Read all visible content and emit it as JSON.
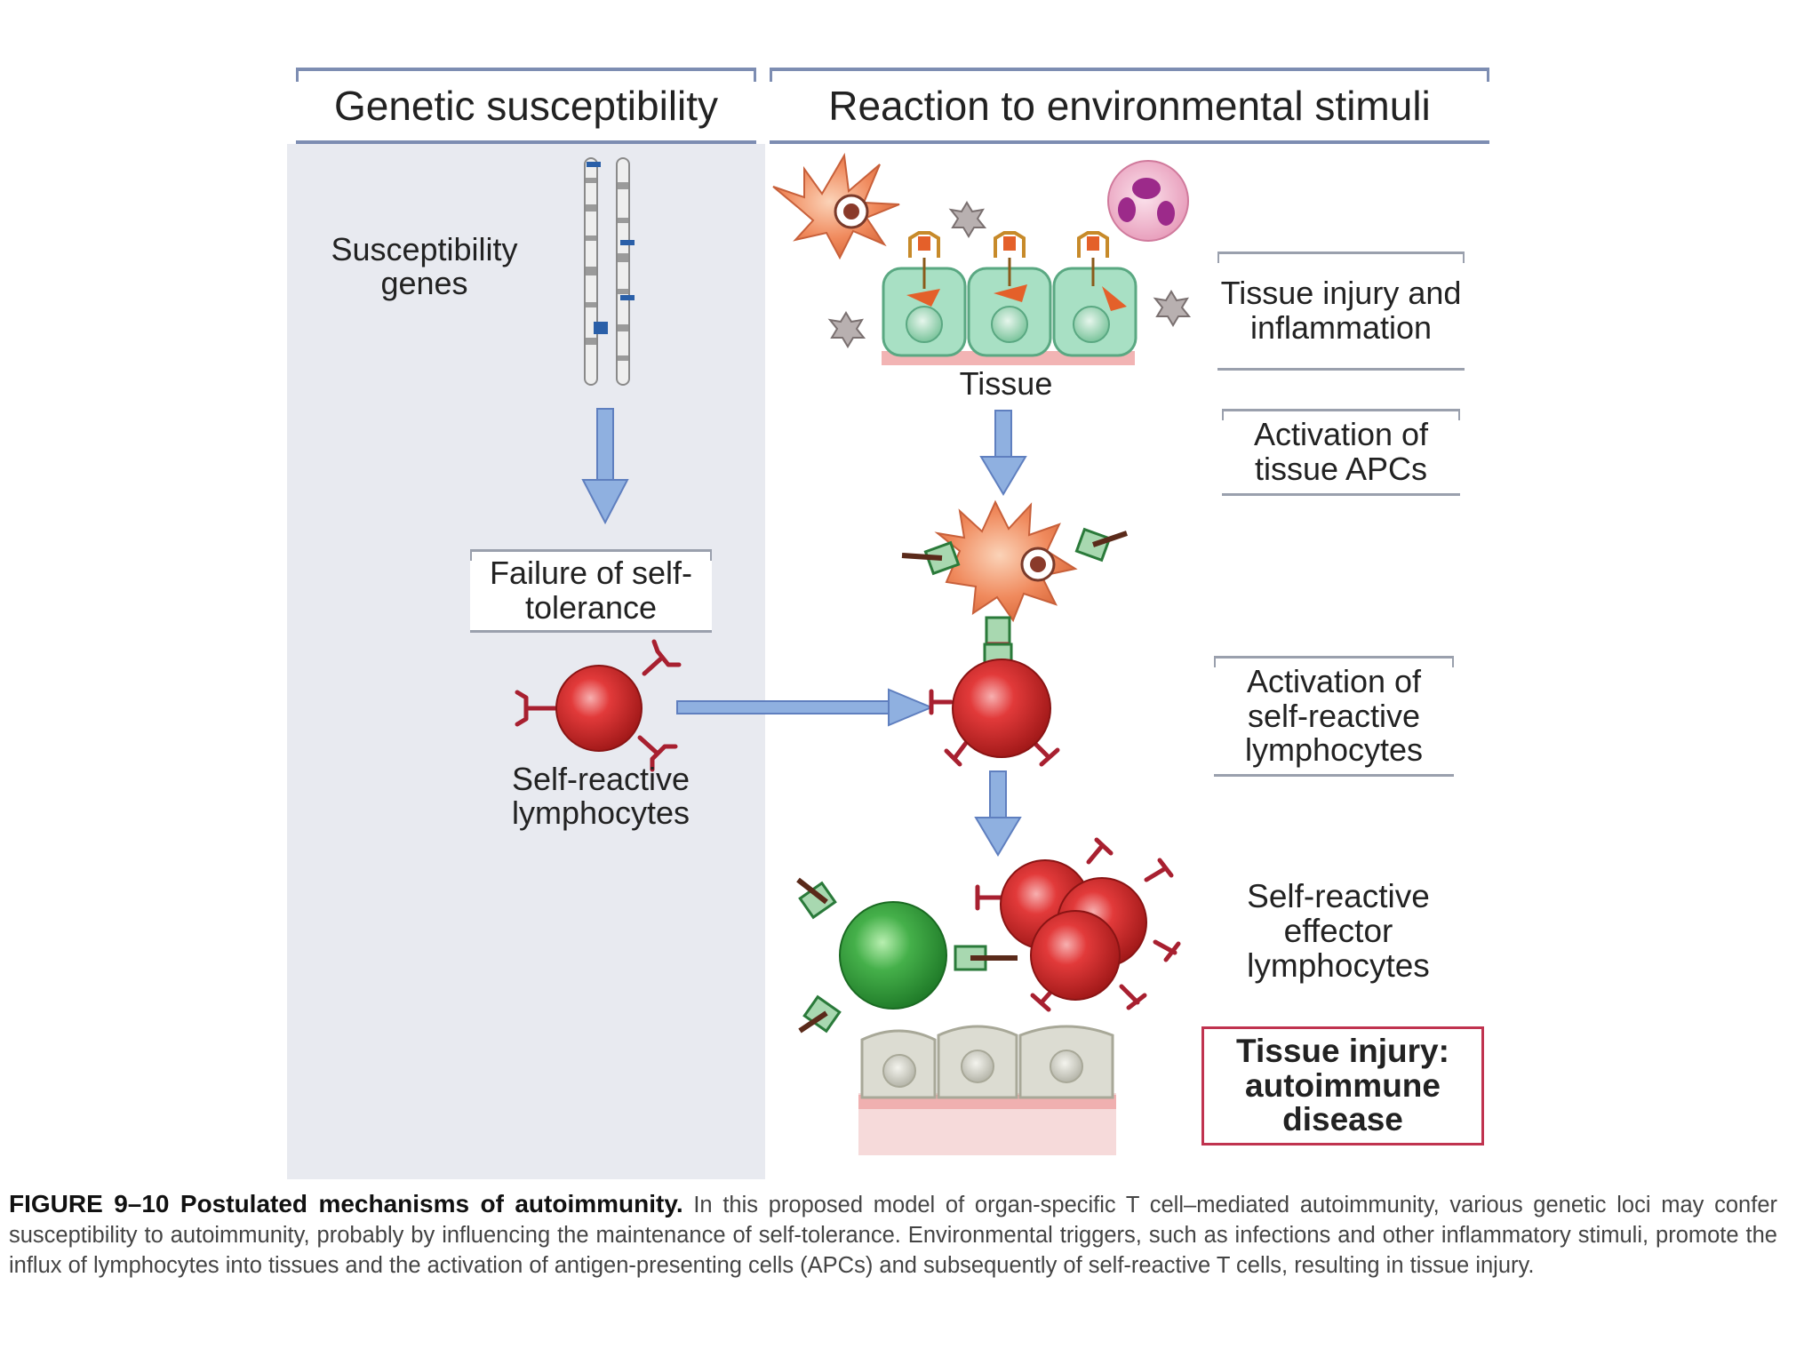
{
  "headers": {
    "left": "Genetic susceptibility",
    "right": "Reaction to environmental stimuli"
  },
  "labels": {
    "susceptibility_genes": "Susceptibility genes",
    "failure_self_tolerance": "Failure of self-tolerance",
    "self_reactive_lymphocytes": "Self-reactive lymphocytes",
    "tissue": "Tissue",
    "tissue_injury_inflammation": "Tissue injury and inflammation",
    "activation_tissue_apcs": "Activation of tissue APCs",
    "activation_self_reactive": "Activation of self-reactive lymphocytes",
    "self_reactive_effector": "Self-reactive effector lymphocytes",
    "outcome": "Tissue injury: autoimmune disease"
  },
  "caption": {
    "figure_label": "FIGURE 9–10 Postulated mechanisms of autoimmunity.",
    "text": "In this proposed model of organ-specific T cell–mediated autoimmunity, various genetic loci may confer susceptibility to autoimmunity, probably by influencing the maintenance of self-tolerance. Environmental triggers, such as infections and other inflammatory stimuli, promote the influx of lymphocytes into tissues and the activation of antigen-presenting cells (APCs) and subsequently of self-reactive T cells, resulting in tissue injury."
  },
  "colors": {
    "arrow": "#8fb0e0",
    "header_rule": "#7d8db2",
    "left_panel": "#e8eaf0",
    "lymphocyte_red": "#d42a2a",
    "apc_orange": "#f08a5d",
    "tissue_green": "#8fd0b0",
    "effector_green": "#3aa040",
    "outcome_border": "#c0334f"
  }
}
